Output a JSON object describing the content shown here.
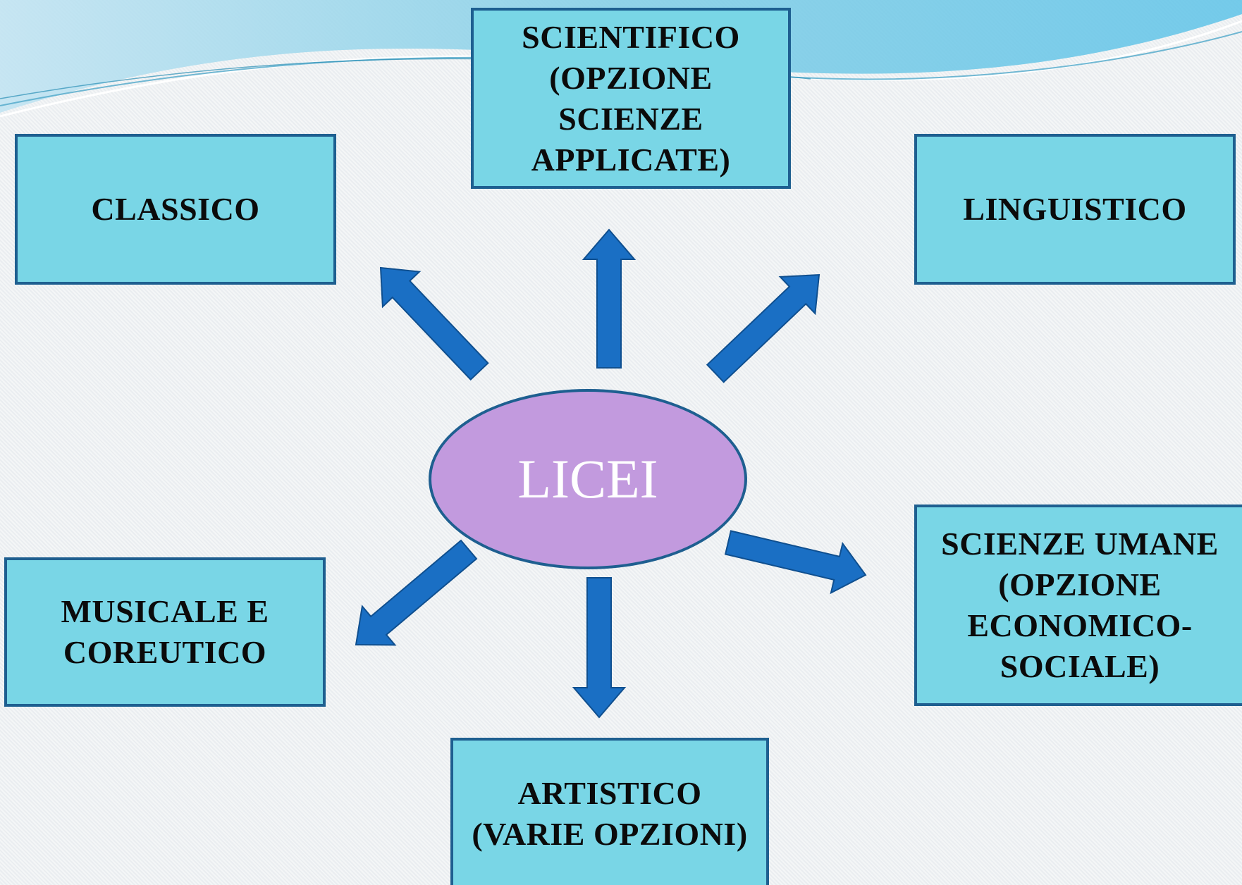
{
  "diagram": {
    "center": {
      "label": "LICEI"
    },
    "nodes": [
      {
        "id": "scientifico",
        "label": "SCIENTIFICO\n(OPZIONE\nSCIENZE\nAPPLICATE)"
      },
      {
        "id": "classico",
        "label": "CLASSICO"
      },
      {
        "id": "linguistico",
        "label": "LINGUISTICO"
      },
      {
        "id": "musicale",
        "label": "MUSICALE  E\nCOREUTICO"
      },
      {
        "id": "umane",
        "label": "SCIENZE UMANE\n(OPZIONE\nECONOMICO-\nSOCIALE)"
      },
      {
        "id": "artistico",
        "label": "ARTISTICO\n(VARIE OPZIONI)"
      }
    ],
    "edges": [
      {
        "from": "center",
        "to": "scientifico"
      },
      {
        "from": "center",
        "to": "classico"
      },
      {
        "from": "center",
        "to": "linguistico"
      },
      {
        "from": "center",
        "to": "musicale"
      },
      {
        "from": "center",
        "to": "umane"
      },
      {
        "from": "center",
        "to": "artistico"
      }
    ]
  },
  "colors": {
    "box_fill": "#79d6e6",
    "box_border": "#1e5f90",
    "center_fill": "#c29ade",
    "center_text": "#ffffff",
    "arrow_fill": "#1a6fc4",
    "arrow_stroke": "#0f4f8f"
  }
}
